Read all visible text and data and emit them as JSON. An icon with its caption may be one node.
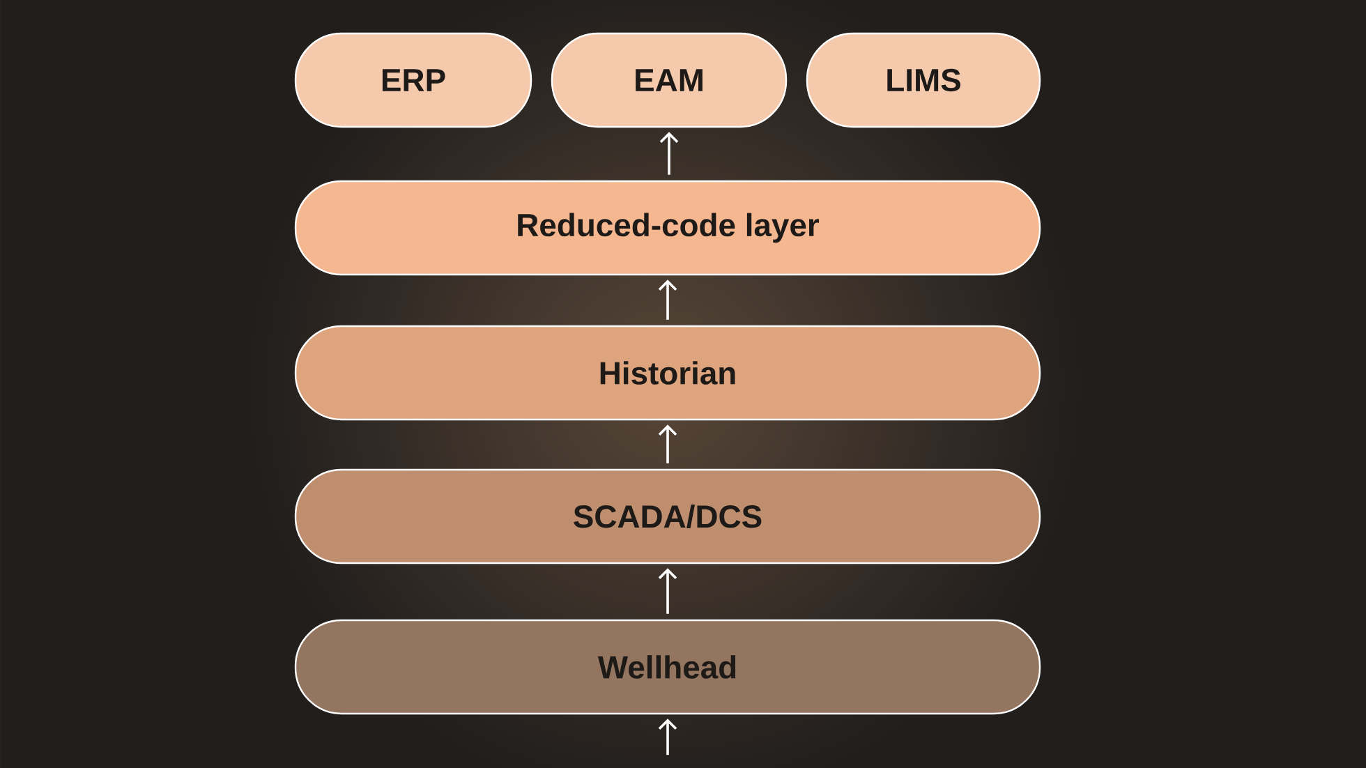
{
  "diagram": {
    "nodes": [
      {
        "text": [
          "ERP"
        ]
      },
      {
        "text": [
          "EAM"
        ]
      },
      {
        "text": [
          "LIMS"
        ]
      },
      {
        "text": [
          "Reduced-code layer"
        ]
      },
      {
        "text": [
          "Historian"
        ]
      },
      {
        "text": [
          "SCADA/DCS"
        ]
      },
      {
        "text": [
          "Wellhead"
        ]
      }
    ],
    "edges": [
      {
        "from": null,
        "to": 6,
        "arrow": "to"
      },
      {
        "from": 6,
        "to": 5,
        "arrow": "to"
      },
      {
        "from": 5,
        "to": 4,
        "arrow": "to"
      },
      {
        "from": 4,
        "to": 3,
        "arrow": "to"
      },
      {
        "from": 3,
        "to": 1,
        "arrow": "to"
      }
    ]
  }
}
